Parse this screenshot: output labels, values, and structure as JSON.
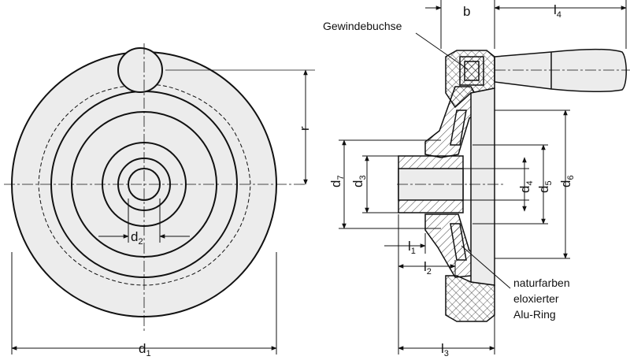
{
  "labels": {
    "d1": {
      "main": "d",
      "sub": "1"
    },
    "d2": {
      "main": "d",
      "sub": "2"
    },
    "r": "r",
    "b": "b",
    "l4": {
      "main": "l",
      "sub": "4"
    },
    "d7": {
      "main": "d",
      "sub": "7"
    },
    "d3": {
      "main": "d",
      "sub": "3"
    },
    "d4": {
      "main": "d",
      "sub": "4"
    },
    "d5": {
      "main": "d",
      "sub": "5"
    },
    "d6": {
      "main": "d",
      "sub": "6"
    },
    "l1": {
      "main": "l",
      "sub": "1"
    },
    "l2": {
      "main": "l",
      "sub": "2"
    },
    "l3": {
      "main": "l",
      "sub": "3"
    }
  },
  "notes": {
    "gewindebuchse": "Gewindebuchse",
    "ring_line1": "naturfarben",
    "ring_line2": "eloxierter",
    "ring_line3": "Alu-Ring"
  },
  "colors": {
    "fill": "#ececec",
    "line": "#111111"
  }
}
